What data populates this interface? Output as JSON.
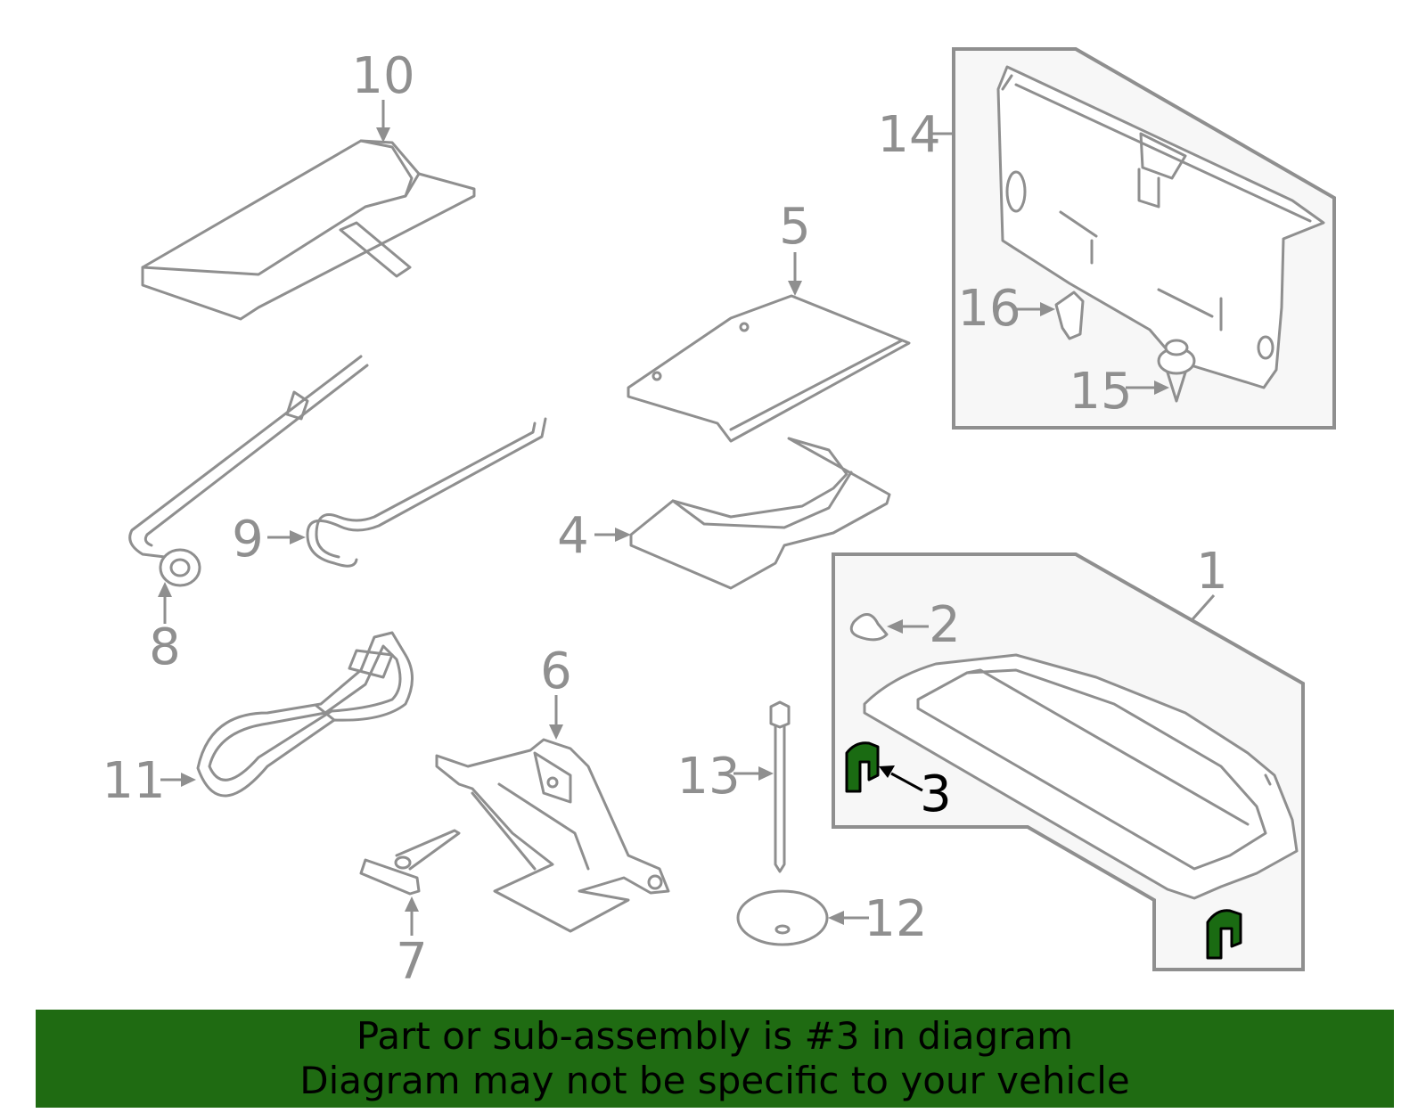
{
  "labels": {
    "l1": "1",
    "l2": "2",
    "l3": "3",
    "l4": "4",
    "l5": "5",
    "l6": "6",
    "l7": "7",
    "l8": "8",
    "l9": "9",
    "l10": "10",
    "l11": "11",
    "l12": "12",
    "l13": "13",
    "l14": "14",
    "l15": "15",
    "l16": "16"
  },
  "highlight_color": "#1f6b12",
  "banner": {
    "line1": "Part or sub-assembly is #3 in diagram",
    "line2": "Diagram may not be specific to your vehicle"
  }
}
